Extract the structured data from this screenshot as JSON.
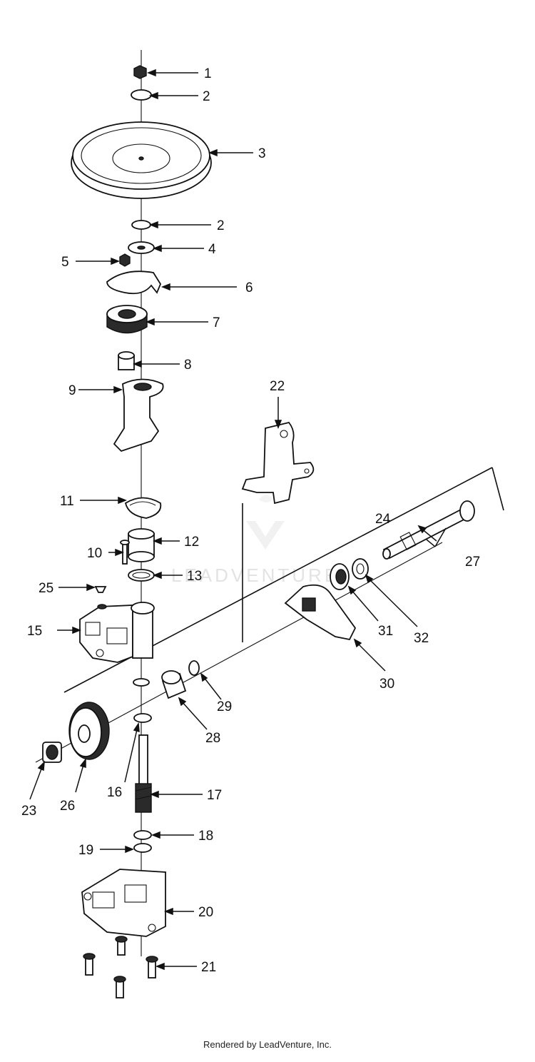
{
  "diagram": {
    "callouts": [
      "1",
      "2",
      "3",
      "2",
      "4",
      "5",
      "6",
      "7",
      "8",
      "9",
      "22",
      "11",
      "24",
      "10",
      "12",
      "27",
      "13",
      "25",
      "31",
      "32",
      "15",
      "30",
      "29",
      "28",
      "23",
      "26",
      "16",
      "17",
      "18",
      "19",
      "20",
      "21"
    ],
    "watermark": "LEADVENTURE",
    "footer": "Rendered by LeadVenture, Inc."
  }
}
